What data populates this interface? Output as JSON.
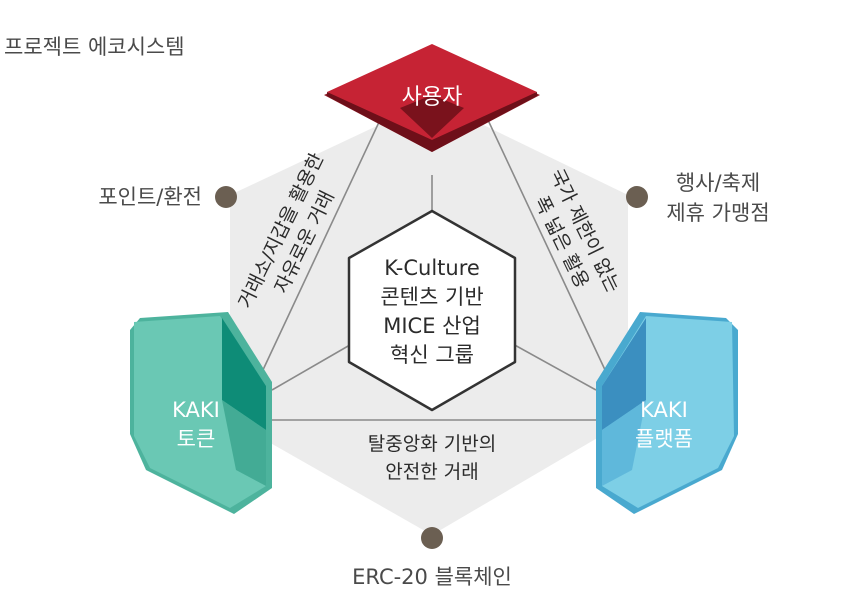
{
  "page_title": "프로젝트 에코시스템",
  "nodes": {
    "top": "사용자",
    "left_line1": "KAKI",
    "left_line2": "토큰",
    "right_line1": "KAKI",
    "right_line2": "플랫폼"
  },
  "center": {
    "line1": "K-Culture",
    "line2": "콘텐츠 기반",
    "line3": "MICE 산업",
    "line4": "혁신 그룹"
  },
  "edges": {
    "left_line1": "거래소/지갑을 활용한",
    "left_line2": "자유로운 거래",
    "right_line1": "국가 제한이 없는",
    "right_line2": "폭 넓은 활용",
    "bottom_line1": "탈중앙화 기반의",
    "bottom_line2": "안전한 거래"
  },
  "outer_labels": {
    "left": "포인트/환전",
    "right_line1": "행사/축제",
    "right_line2": "제휴 가맹점",
    "bottom": "ERC-20 블록체인"
  },
  "colors": {
    "user_node": "#b51f2e",
    "token_node": "#5fbfa9",
    "platform_node": "#6cc6df",
    "hexagon_bg": "#ececec",
    "dot": "#6b5f52"
  }
}
